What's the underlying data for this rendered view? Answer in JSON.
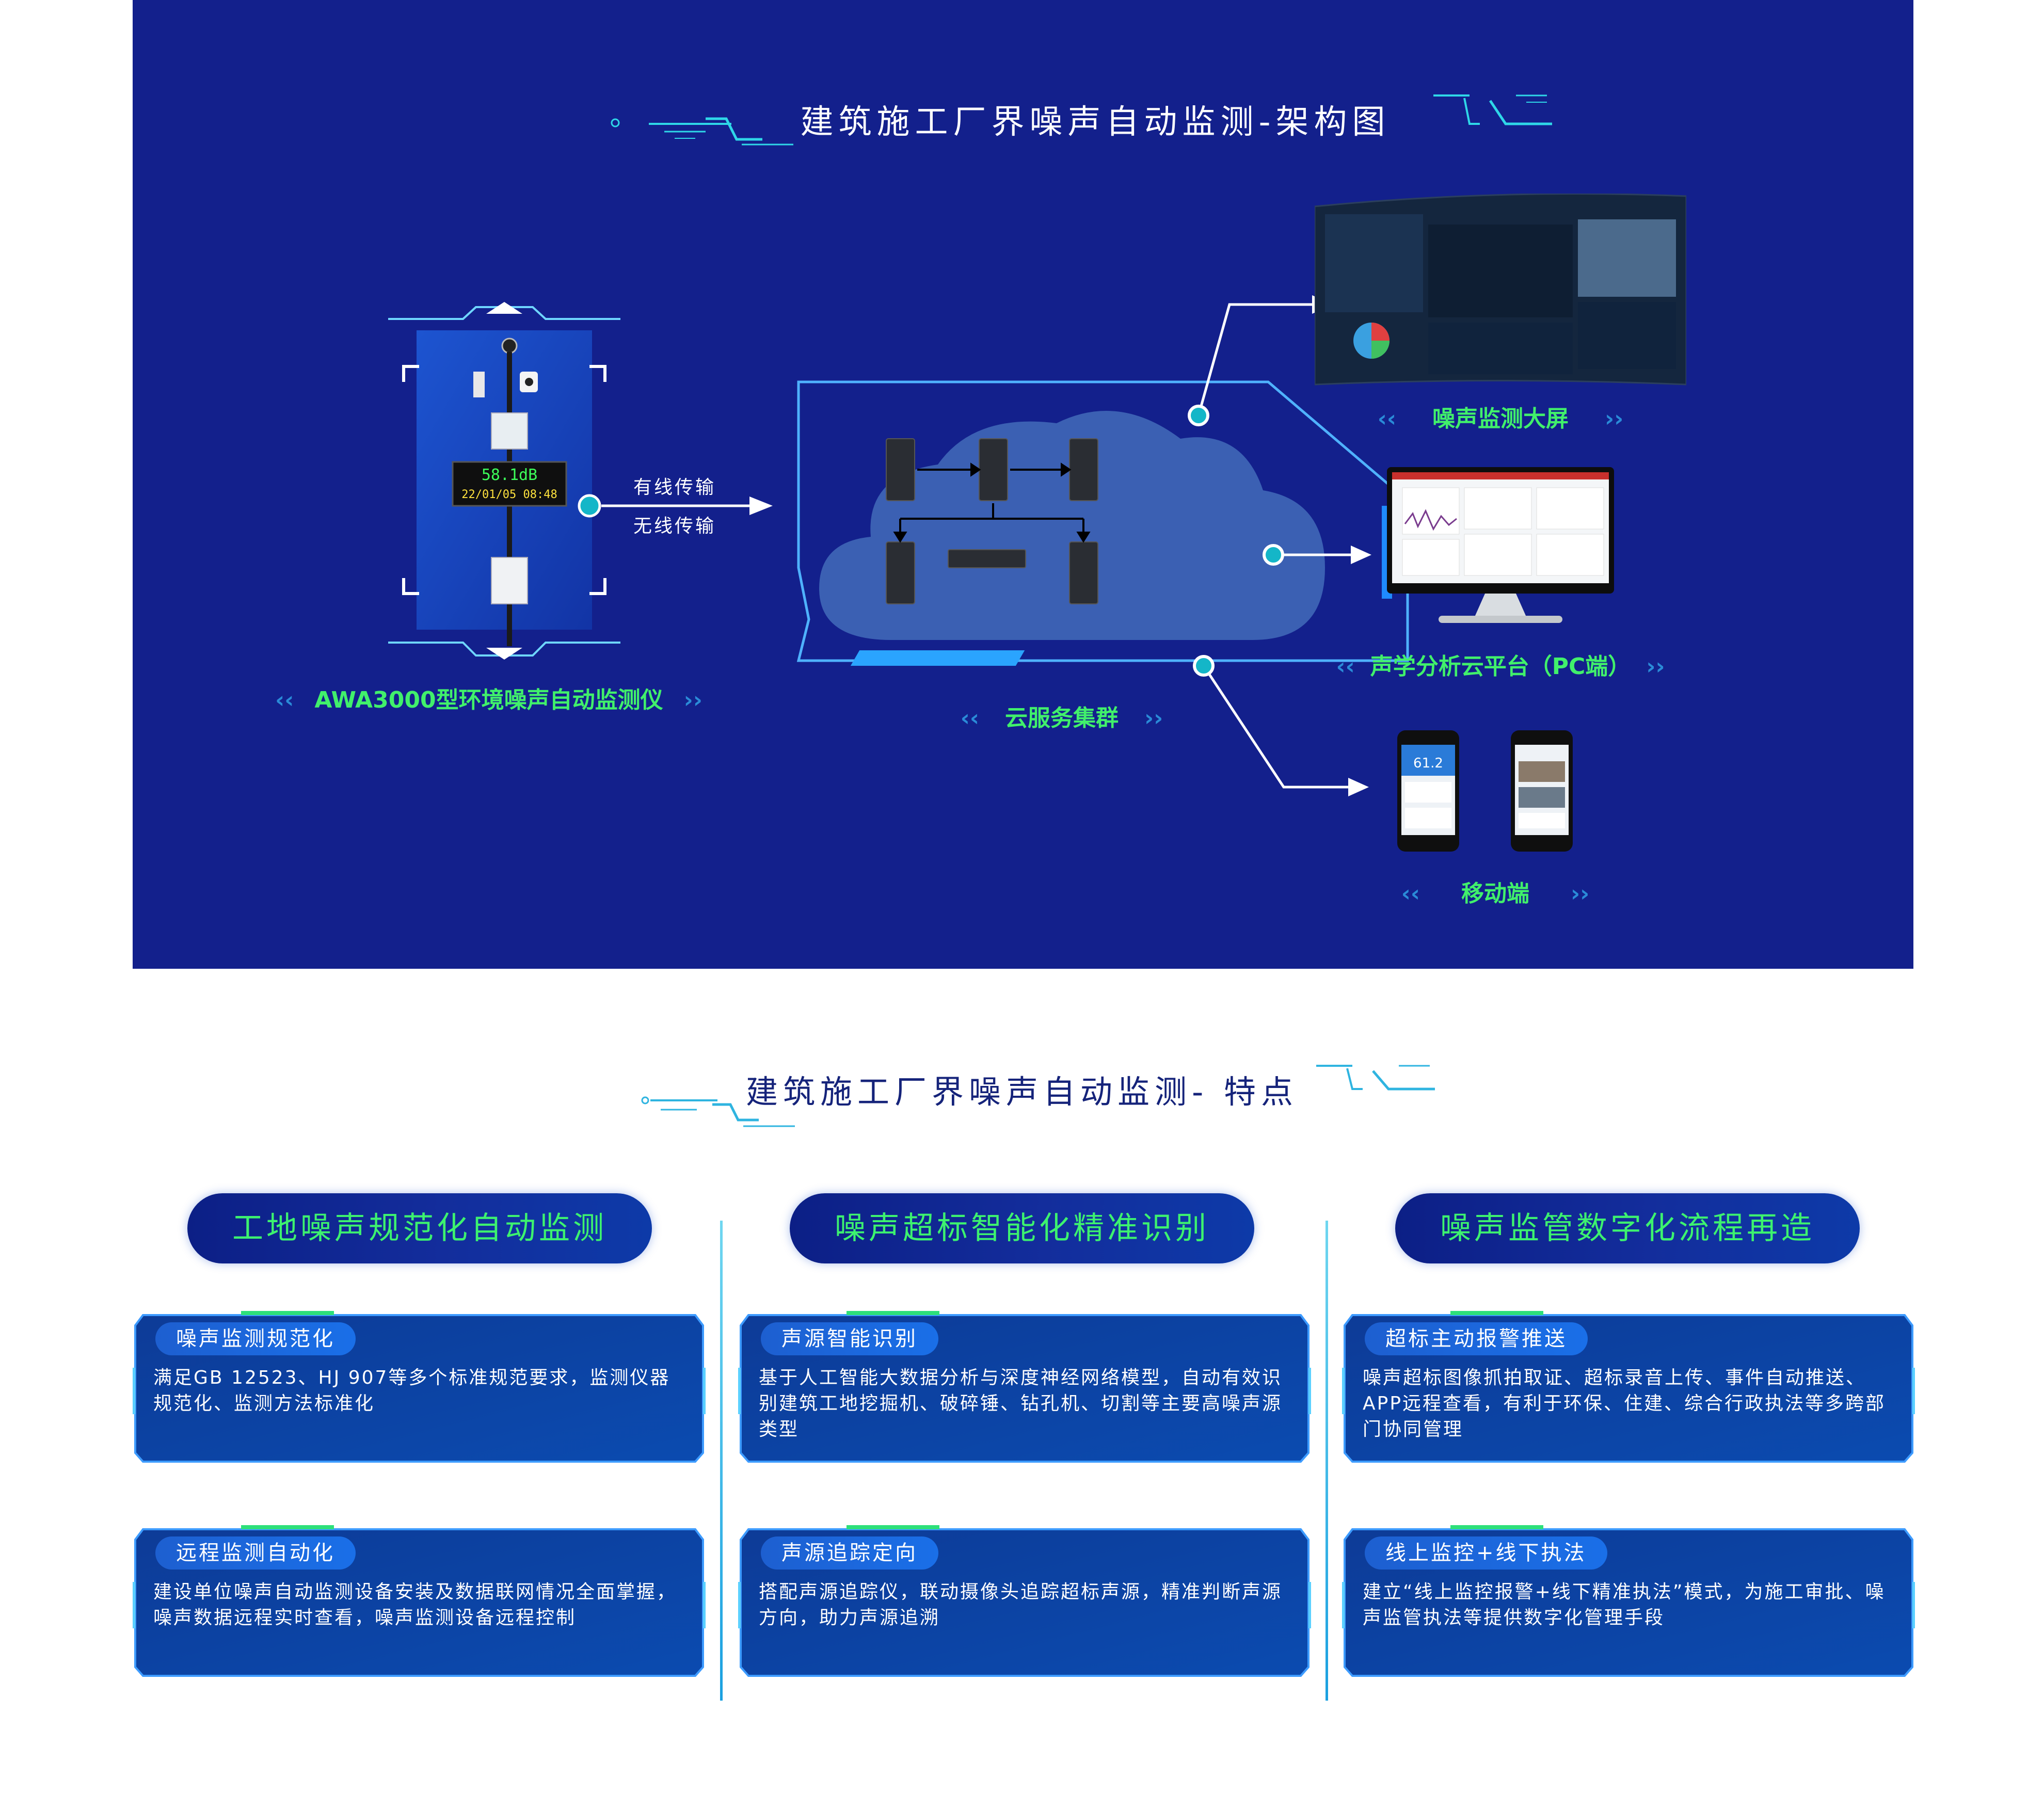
{
  "architecture": {
    "title": "建筑施工厂界噪声自动监测-架构图",
    "device": {
      "label": "AWA3000型环境噪声自动监测仪",
      "display_value": "58.1dB",
      "display_time": "22/01/05  08:48"
    },
    "transmission": {
      "wired": "有线传输",
      "wireless": "无线传输"
    },
    "cloud_label": "云服务集群",
    "outputs": {
      "big_screen": "噪声监测大屏",
      "pc_platform": "声学分析云平台（PC端）",
      "mobile": "移动端",
      "phone_value": "61.2"
    },
    "colors": {
      "panel_bg": "#13208c",
      "accent_green": "#41f06b",
      "accent_cyan": "#2fd7e8"
    }
  },
  "features": {
    "title": "建筑施工厂界噪声自动监测- 特点",
    "columns": [
      {
        "heading": "工地噪声规范化自动监测",
        "cards": [
          {
            "tag": "噪声监测规范化",
            "text": "满足GB 12523、HJ 907等多个标准规范要求，监测仪器规范化、监测方法标准化"
          },
          {
            "tag": "远程监测自动化",
            "text": "建设单位噪声自动监测设备安装及数据联网情况全面掌握，噪声数据远程实时查看，噪声监测设备远程控制"
          }
        ]
      },
      {
        "heading": "噪声超标智能化精准识别",
        "cards": [
          {
            "tag": "声源智能识别",
            "text": "基于人工智能大数据分析与深度神经网络模型，自动有效识别建筑工地挖掘机、破碎锤、钻孔机、切割等主要高噪声源类型"
          },
          {
            "tag": "声源追踪定向",
            "text": "搭配声源追踪仪，联动摄像头追踪超标声源，精准判断声源方向，助力声源追溯"
          }
        ]
      },
      {
        "heading": "噪声监管数字化流程再造",
        "cards": [
          {
            "tag": "超标主动报警推送",
            "text": "噪声超标图像抓拍取证、超标录音上传、事件自动推送、APP远程查看，有利于环保、住建、综合行政执法等多跨部门协同管理"
          },
          {
            "tag": "线上监控+线下执法",
            "text": "建立“线上监控报警+线下精准执法”模式，为施工审批、噪声监管执法等提供数字化管理手段"
          }
        ]
      }
    ]
  }
}
